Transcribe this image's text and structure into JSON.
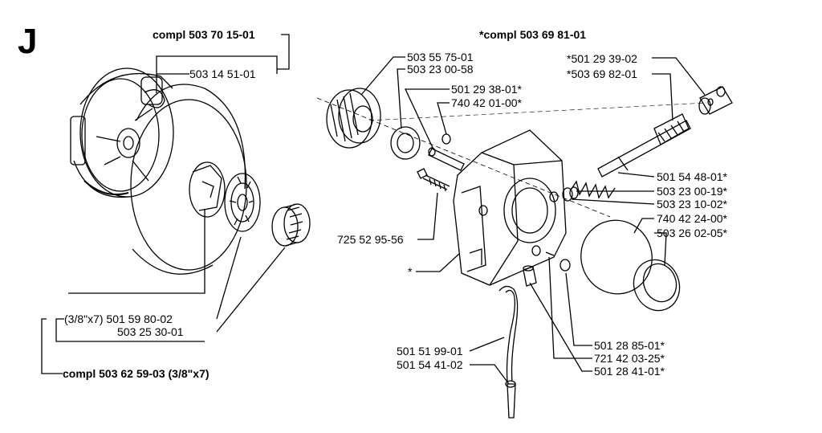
{
  "section_letter": "J",
  "left": {
    "assembly_top": "compl 503 70 15-01",
    "part_clutch_spring": "503 14 51-01",
    "part_drum": "(3/8\"x7) 501 59 80-02",
    "part_washer": "503 25 30-01",
    "assembly_bottom": "compl 503 62 59-03 (3/8\"x7)"
  },
  "right": {
    "assembly_top": "*compl 503 69 81-01",
    "p_503_55_75_01": "503 55 75-01",
    "p_503_23_00_58": "503 23 00-58",
    "p_501_29_38_01": "501 29 38-01*",
    "p_740_42_01_00": "740 42 01-00*",
    "p_501_29_39_02": "*501 29 39-02",
    "p_503_69_82_01": "*503 69 82-01",
    "p_501_54_48_01": "501 54 48-01*",
    "p_503_23_00_19": "503 23 00-19*",
    "p_503_23_10_02": "503 23 10-02*",
    "p_740_42_24_00": "740  42 24-00*",
    "p_503_26_02_05": "503 26 02-05*",
    "p_725_52_95_56": "725 52 95-56",
    "p_star": "*",
    "p_501_28_85_01": "501 28 85-01*",
    "p_721_42_03_25": "721 42 03-25*",
    "p_501_28_41_01": "501 28 41-01*",
    "p_501_51_99_01": "501 51 99-01",
    "p_501_54_41_02": "501 54 41-02"
  }
}
